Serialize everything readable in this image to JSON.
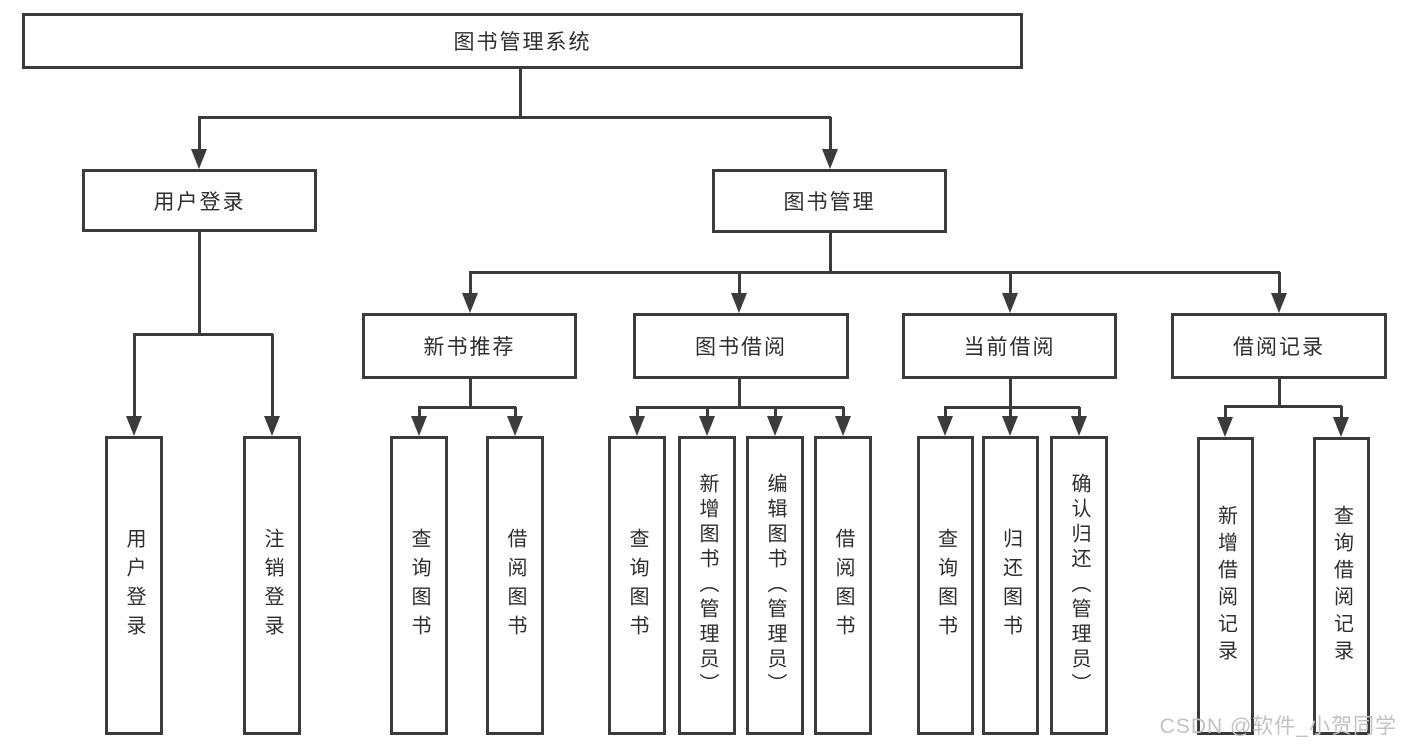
{
  "root": {
    "label": "图书管理系统"
  },
  "level2": {
    "user_login": {
      "label": "用户登录"
    },
    "book_mgmt": {
      "label": "图书管理"
    }
  },
  "level3": {
    "new_book_rec": {
      "label": "新书推荐"
    },
    "book_borrow": {
      "label": "图书借阅"
    },
    "current_borrow": {
      "label": "当前借阅"
    },
    "borrow_record": {
      "label": "借阅记录"
    }
  },
  "leaves": {
    "user_login_leaf": {
      "label": "用户登录"
    },
    "logout": {
      "label": "注销登录"
    },
    "query_book_1": {
      "label": "查询图书"
    },
    "borrow_book_1": {
      "label": "借阅图书"
    },
    "query_book_2": {
      "label": "查询图书"
    },
    "add_book": {
      "label": "新增图书（管理员）"
    },
    "edit_book": {
      "label": "编辑图书（管理员）"
    },
    "borrow_book_2": {
      "label": "借阅图书"
    },
    "query_book_3": {
      "label": "查询图书"
    },
    "return_book": {
      "label": "归还图书"
    },
    "confirm_return": {
      "label": "确认归还（管理员）"
    },
    "add_borrow_record": {
      "label": "新增借阅记录"
    },
    "query_borrow_record": {
      "label": "查询借阅记录"
    }
  },
  "watermark": {
    "text": "CSDN @软件_小贺同学"
  },
  "colors": {
    "line": "#3b3b3b",
    "box_border": "#3b3b3b",
    "box_fill": "#ffffff",
    "text": "#2e2e2e",
    "watermark": "#c2c2c2"
  }
}
